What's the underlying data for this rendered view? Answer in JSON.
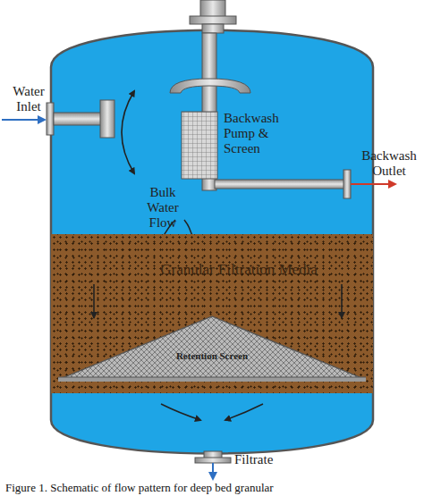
{
  "diagram": {
    "caption": "Figure 1. Schematic of flow pattern for deep bed granular",
    "nodes": [
      {
        "text": [
          "Granular Filtration Media"
        ]
      },
      {
        "text": [
          "Retention Screen"
        ],
        "in": 0
      }
    ],
    "labels": [
      "Water Inlet",
      "Backwash Pump & Screen",
      "Backwash Outlet",
      "Bulk Water Flow",
      "Filtrate"
    ]
  }
}
